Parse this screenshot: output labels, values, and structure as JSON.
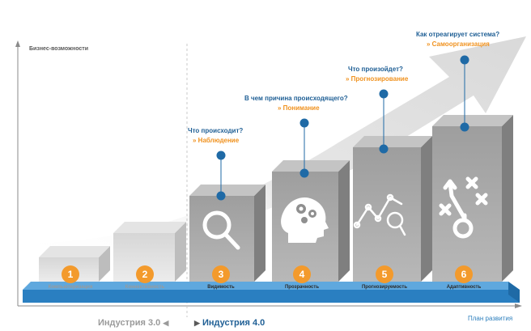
{
  "axes": {
    "y_label": "Бизнес-возможности",
    "x_label": "План развития"
  },
  "eras": {
    "left": "Индустрия 3.0",
    "right": "Индустрия 4.0"
  },
  "steps": [
    {
      "number": "1",
      "label": "Компьютеризация",
      "question": "",
      "answer": "",
      "icon": ""
    },
    {
      "number": "2",
      "label": "Коннективность",
      "question": "",
      "answer": "",
      "icon": ""
    },
    {
      "number": "3",
      "label": "Видимость",
      "question": "Что происходит?",
      "answer": "» Наблюдение",
      "icon": "magnifier-icon"
    },
    {
      "number": "4",
      "label": "Прозрачность",
      "question": "В чем причина происходящего?",
      "answer": "» Понимание",
      "icon": "head-gears-icon"
    },
    {
      "number": "5",
      "label": "Прогнозируемость",
      "question": "Что произойдет?",
      "answer": "» Прогнозирование",
      "icon": "trend-chart-icon"
    },
    {
      "number": "6",
      "label": "Адаптивность",
      "question": "Как отреагирует система?",
      "answer": "» Самоорганизация",
      "icon": "strategy-play-icon"
    }
  ],
  "colors": {
    "accent_orange": "#f39a2c",
    "question_blue": "#1f5f95",
    "platform_blue": "#2a7fc1",
    "pillar_gray": "#a9a9a9"
  }
}
